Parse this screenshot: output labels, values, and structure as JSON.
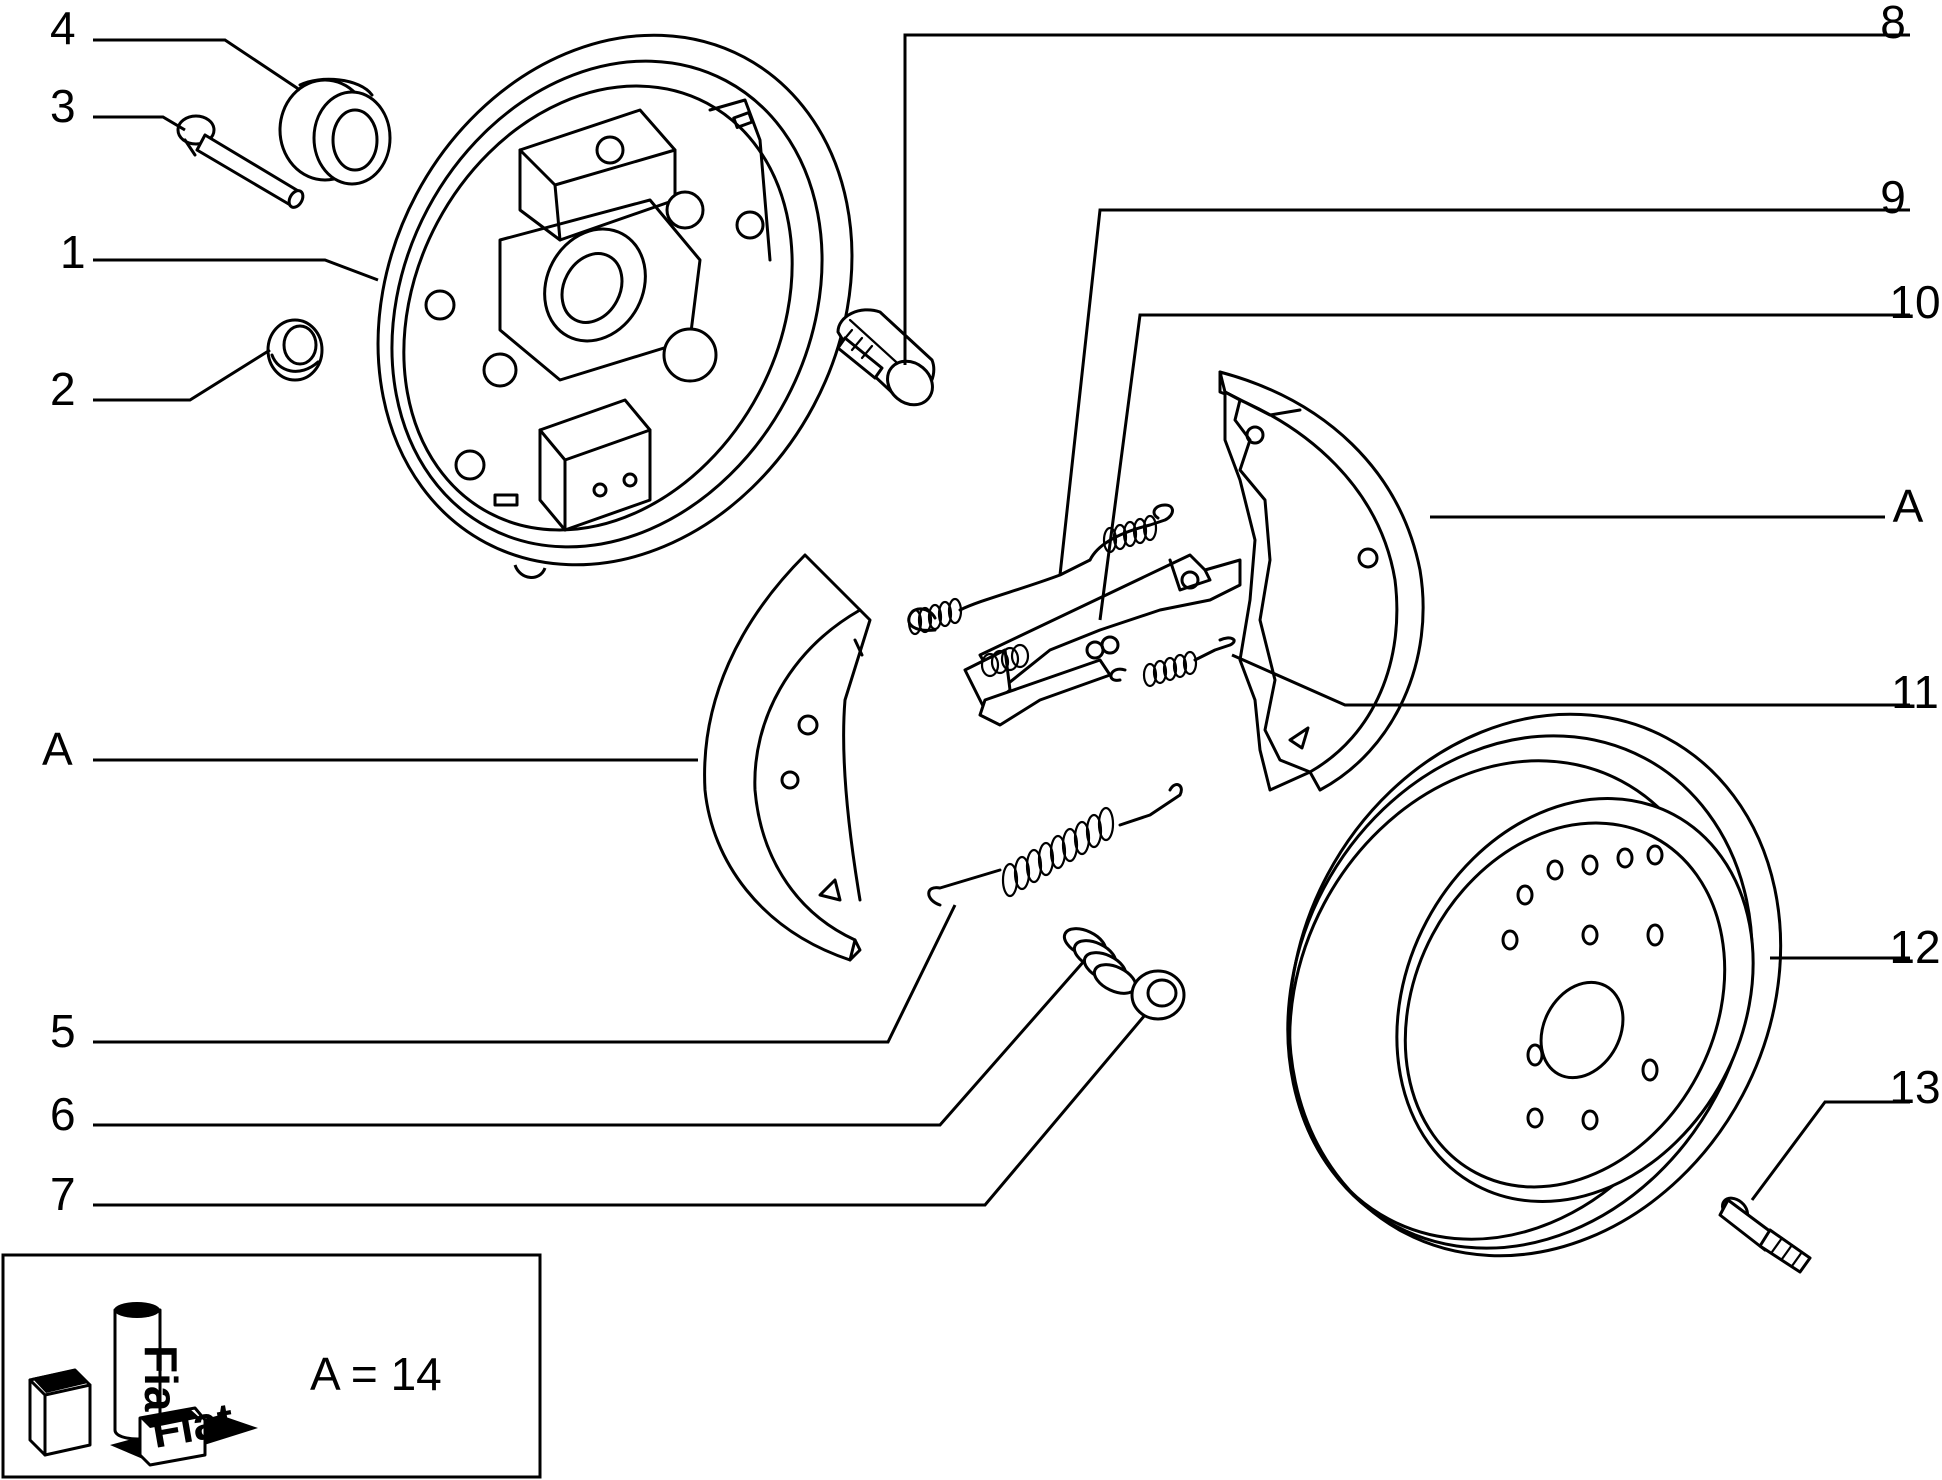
{
  "callouts": {
    "c1": "1",
    "c2": "2",
    "c3": "3",
    "c4": "4",
    "c5": "5",
    "c6": "6",
    "c7": "7",
    "c8": "8",
    "c9": "9",
    "c10": "10",
    "c11": "11",
    "c12": "12",
    "c13": "13",
    "a_left": "A",
    "a_right": "A"
  },
  "legend": {
    "equation": "A = 14",
    "can_brand": "Fiat",
    "box_brand": "Fiat"
  }
}
